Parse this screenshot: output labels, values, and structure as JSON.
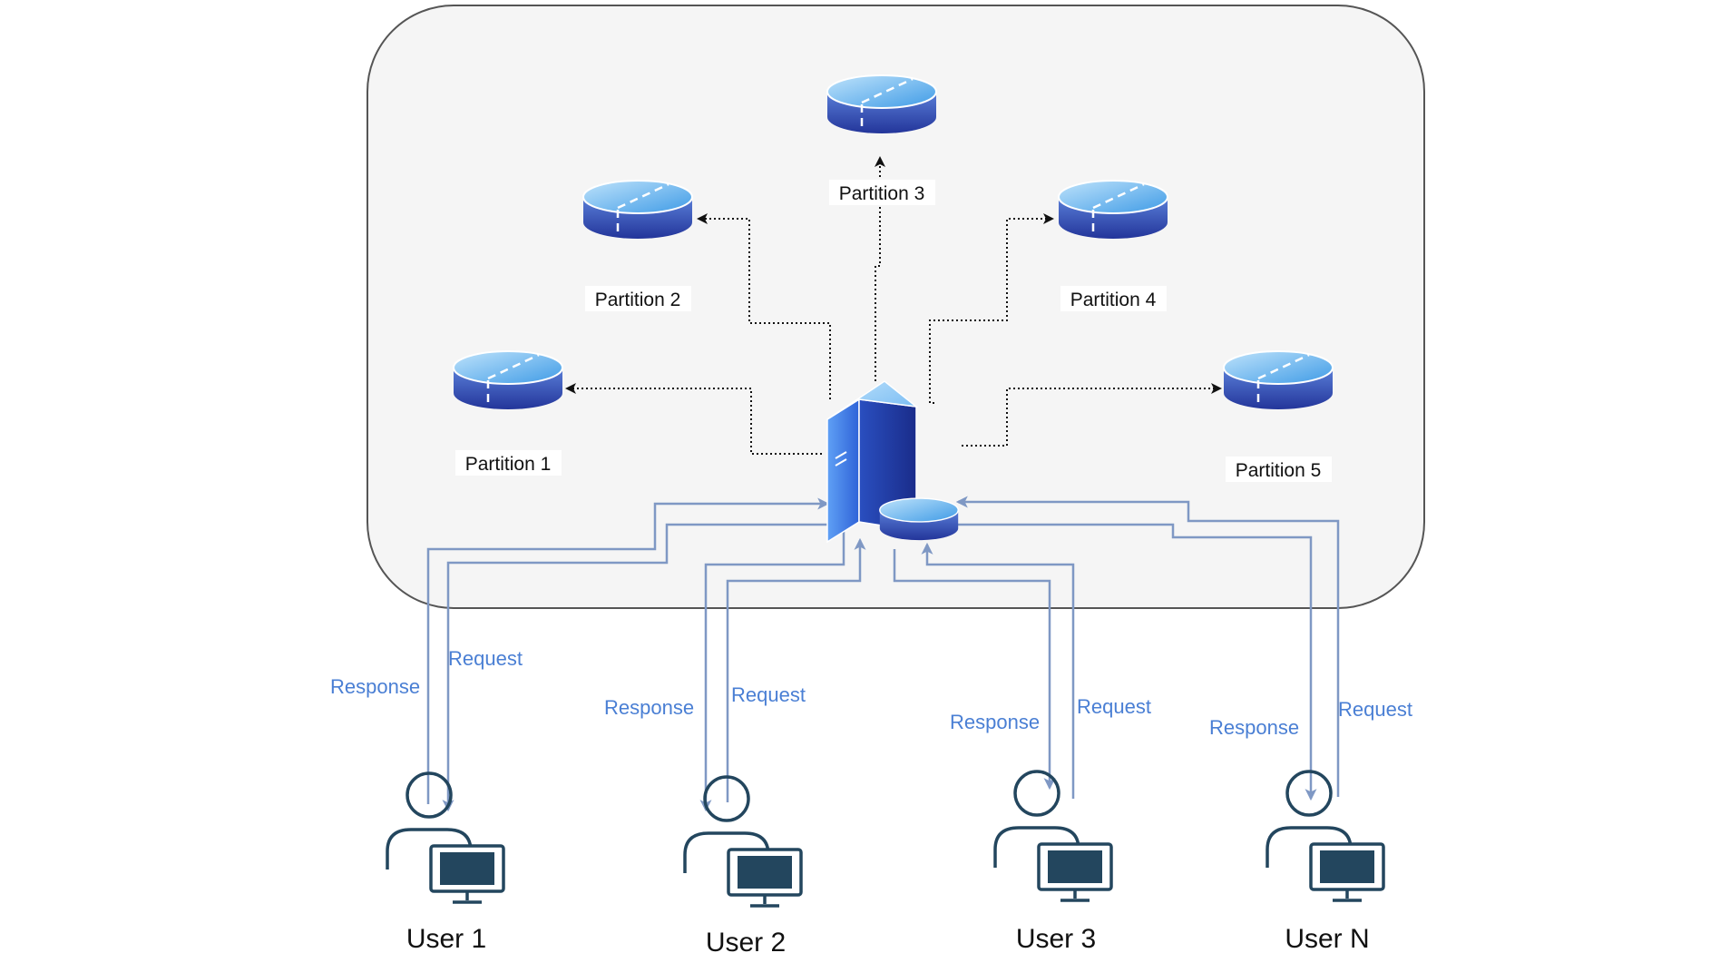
{
  "colors": {
    "container_fill": "#f5f5f5",
    "container_stroke": "#555555",
    "flow_line": "#7f98c4",
    "flow_label": "#4a7fd4",
    "user_icon": "#23465e"
  },
  "partitions": [
    {
      "label": "Partition 1"
    },
    {
      "label": "Partition 2"
    },
    {
      "label": "Partition 3"
    },
    {
      "label": "Partition 4"
    },
    {
      "label": "Partition 5"
    }
  ],
  "users": [
    {
      "label": "User 1",
      "response_label": "Response",
      "request_label": "Request"
    },
    {
      "label": "User 2",
      "response_label": "Response",
      "request_label": "Request"
    },
    {
      "label": "User 3",
      "response_label": "Response",
      "request_label": "Request"
    },
    {
      "label": "User N",
      "response_label": "Response",
      "request_label": "Request"
    }
  ],
  "icons": {
    "database": "database-icon",
    "server": "server-icon",
    "user": "user-computer-icon"
  }
}
